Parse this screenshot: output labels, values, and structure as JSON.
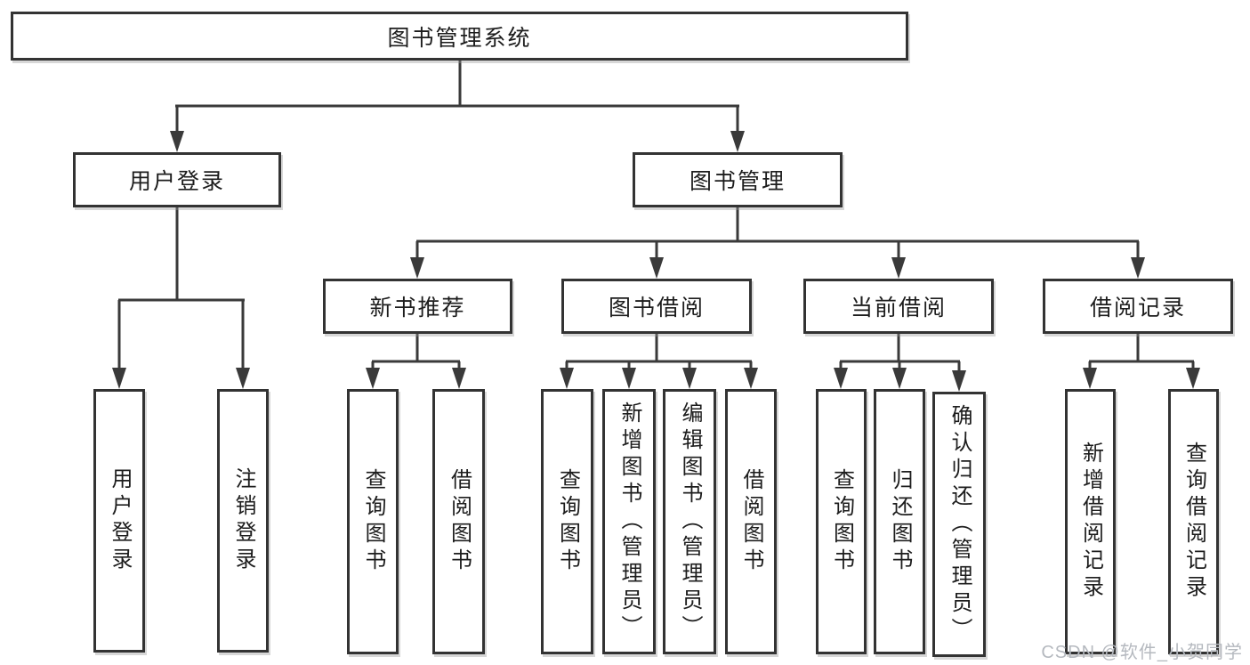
{
  "tree": {
    "root": "图书管理系统",
    "branches": [
      {
        "label": "用户登录",
        "children": [
          "用户登录",
          "注销登录"
        ]
      },
      {
        "label": "图书管理",
        "groups": [
          {
            "label": "新书推荐",
            "children": [
              "查询图书",
              "借阅图书"
            ]
          },
          {
            "label": "图书借阅",
            "children": [
              "查询图书",
              "新增图书（管理员）",
              "编辑图书（管理员）",
              "借阅图书"
            ]
          },
          {
            "label": "当前借阅",
            "children": [
              "查询图书",
              "归还图书",
              "确认归还（管理员）"
            ]
          },
          {
            "label": "借阅记录",
            "children": [
              "新增借阅记录",
              "查询借阅记录"
            ]
          }
        ]
      }
    ]
  },
  "watermark": "CSDN @软件_小贺同学",
  "colors": {
    "line": "#3a3a3a",
    "border": "#333333",
    "text": "#1d1d1d",
    "watermark": "#b5b9bf"
  }
}
